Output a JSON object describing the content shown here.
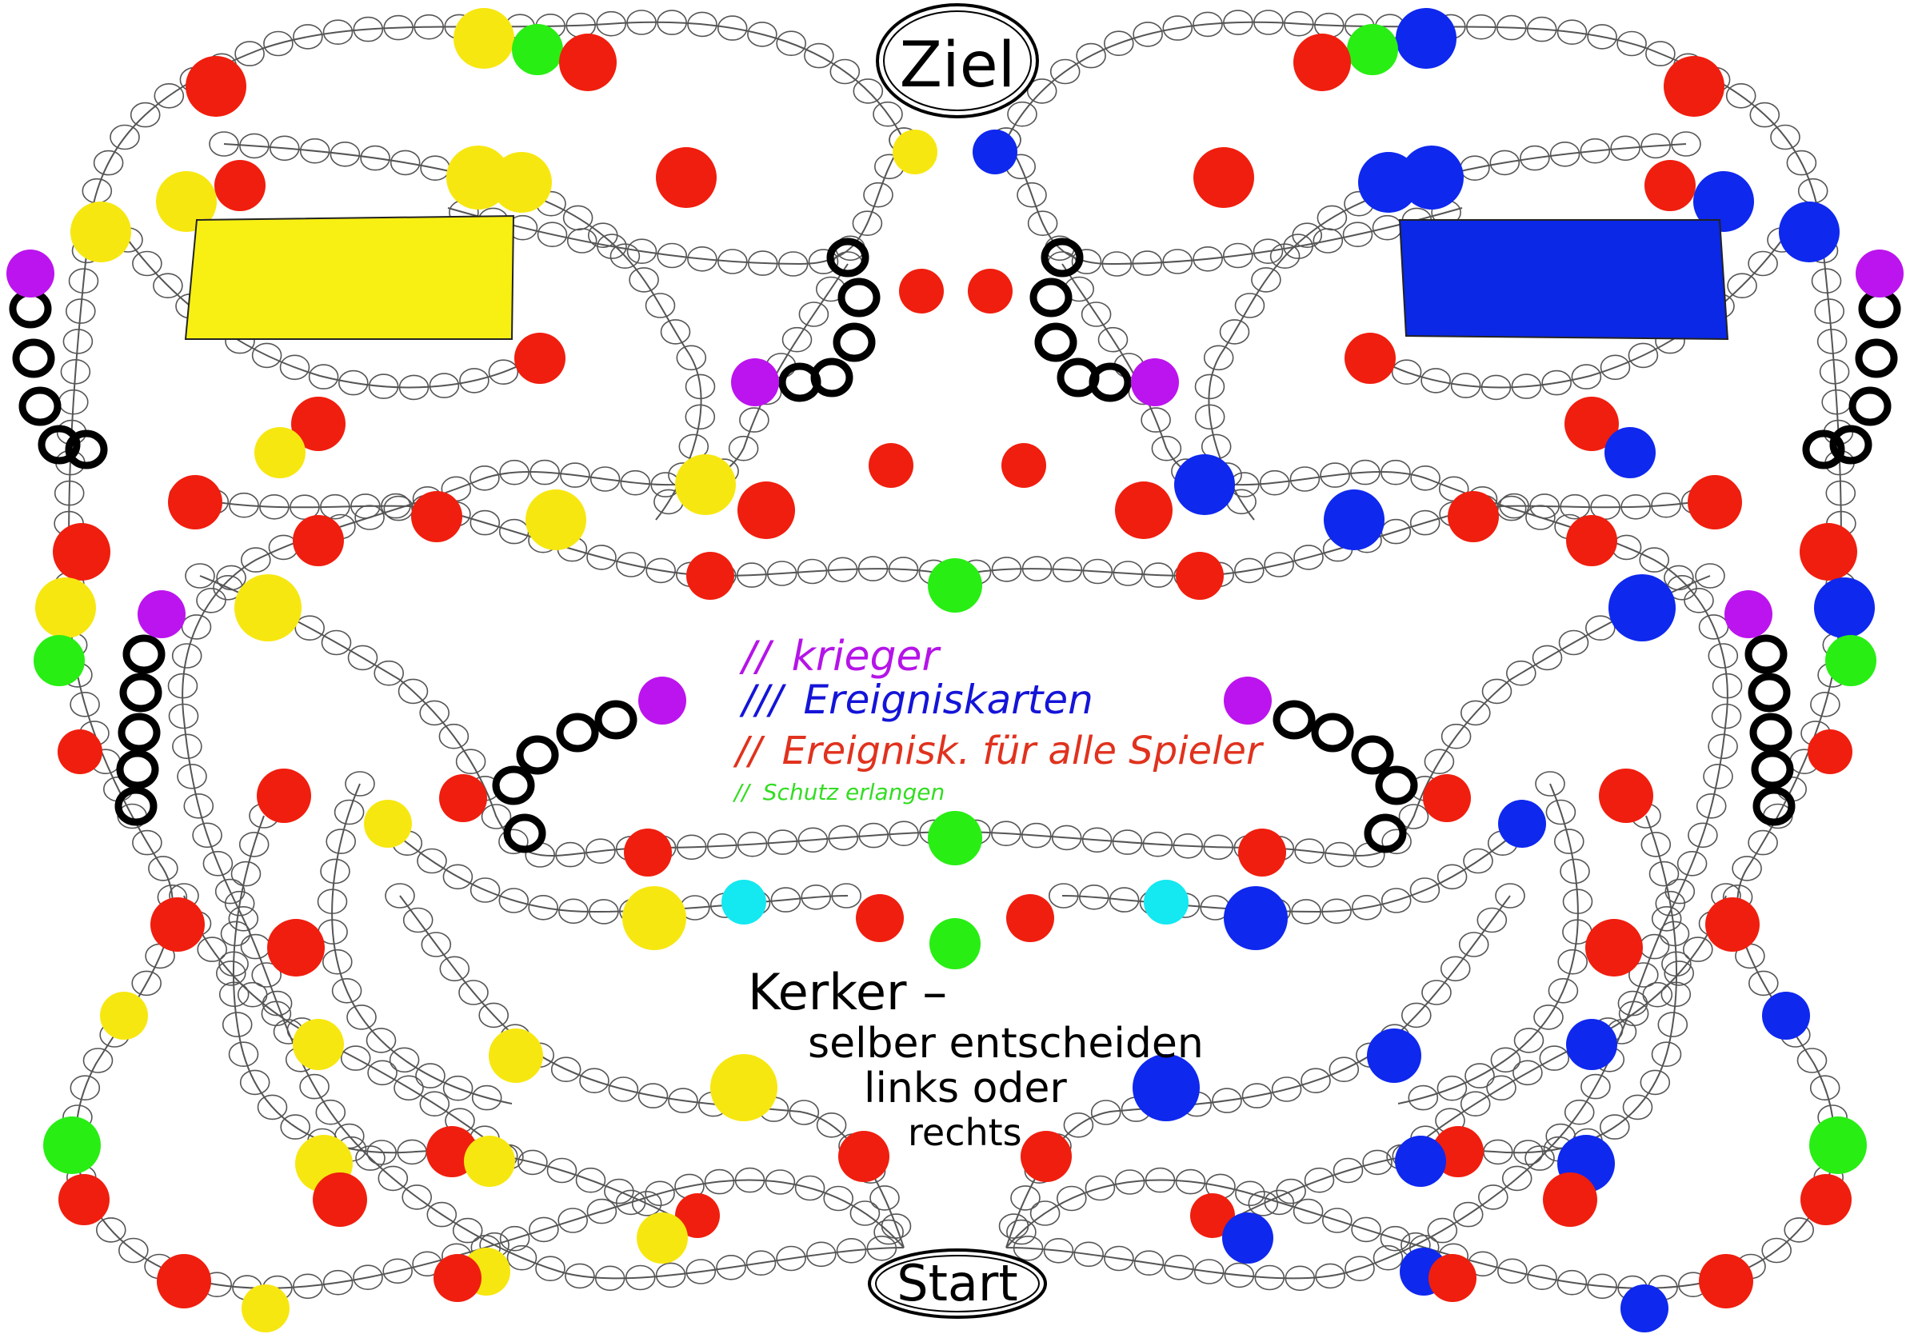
{
  "board": {
    "goal_label": "Ziel",
    "start_label": "Start",
    "legend": [
      {
        "marker": "//",
        "text": "krieger",
        "color": "#b514e8"
      },
      {
        "marker": "///",
        "text": "Ereigniskarten",
        "color": "#1414d8"
      },
      {
        "marker": "//",
        "text": "Ereignisk. für alle Spieler",
        "color": "#e0321e"
      },
      {
        "marker": "//",
        "text": "Schutz erlangen",
        "color": "#33dd22"
      }
    ],
    "note_lines": [
      "Kerker –",
      "selber entscheiden",
      "links oder",
      "rechts"
    ]
  },
  "colors": {
    "red": "#f01e0e",
    "yellow": "#f7e711",
    "green": "#28ee14",
    "blue": "#0e28ee",
    "purple": "#bc14ee",
    "cyan": "#14e8f0",
    "outline": "#555555",
    "black": "#000000",
    "yellow_card_area": "#f7f012",
    "blue_card_area": "#0a28e6"
  }
}
